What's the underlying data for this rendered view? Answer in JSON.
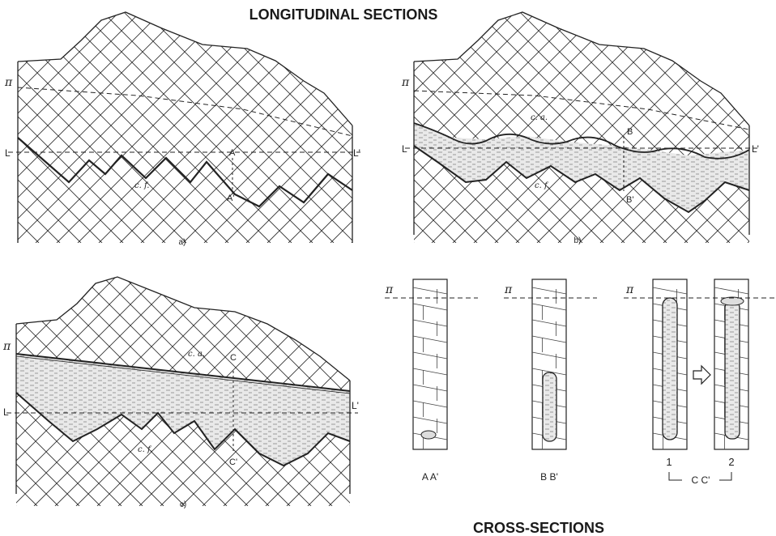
{
  "titles": {
    "top": "LONGITUDINAL SECTIONS",
    "bottom": "CROSS-SECTIONS"
  },
  "panel_a": {
    "caption": "a)",
    "pi": "π",
    "L": "L",
    "L_prime": "L'",
    "A": "A",
    "A_prime": "A'",
    "cf": "c. f."
  },
  "panel_b": {
    "caption": "b)",
    "pi": "π",
    "L": "L",
    "L_prime": "L'",
    "B": "B",
    "B_prime": "B'",
    "ca": "c. a.",
    "cf": "c. f."
  },
  "panel_c": {
    "caption": "c)",
    "pi": "π",
    "L": "L",
    "L_prime": "L'",
    "C": "C",
    "C_prime": "C'",
    "ca": "c. a.",
    "cf": "c. f."
  },
  "cross_sections": {
    "pi_1": "π",
    "pi_2": "π",
    "pi_3": "π",
    "label_aa": "A A'",
    "label_bb": "B B'",
    "num_1": "1",
    "num_2": "2",
    "label_cc": "C C'"
  }
}
